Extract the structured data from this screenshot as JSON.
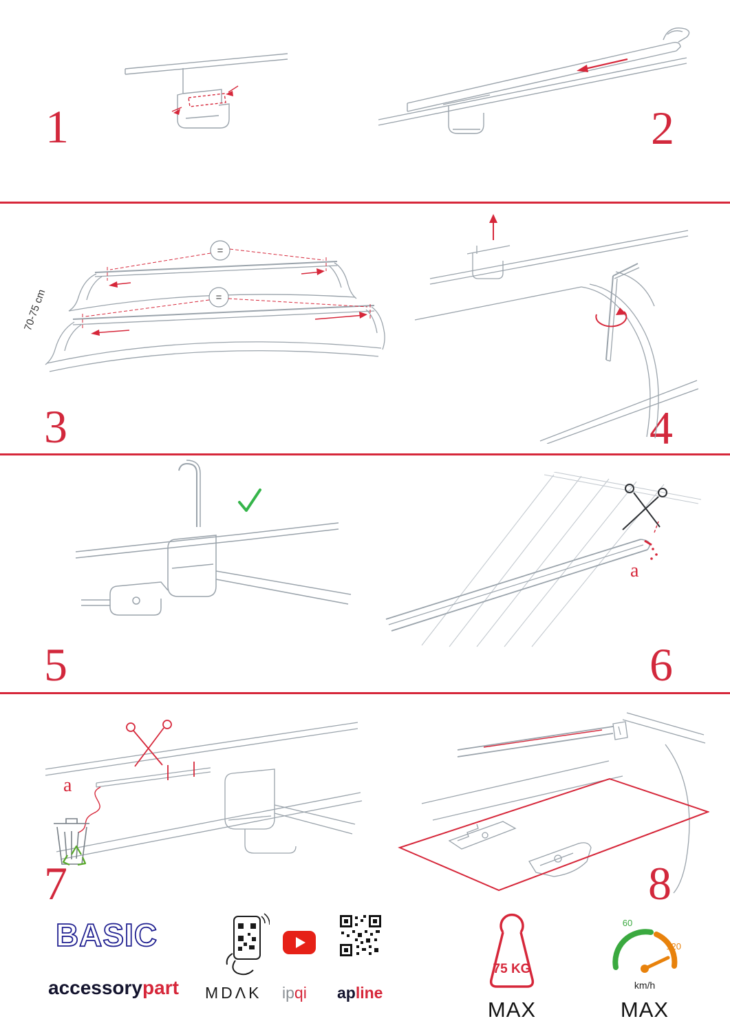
{
  "steps": {
    "s1": "1",
    "s2": "2",
    "s3": "3",
    "s4": "4",
    "s5": "5",
    "s6": "6",
    "s7": "7",
    "s8": "8"
  },
  "annotations": {
    "equals": "=",
    "bar_distance": "70-75 cm",
    "trim_label_6": "a",
    "trim_label_7": "a"
  },
  "footer": {
    "brand": "BASIC",
    "brand_sub_dark": "accessory",
    "brand_sub_red": "part",
    "logo_mdak": "MDΛK",
    "logo_ip": "ip",
    "logo_qi": "qi",
    "logo_ap": "ap",
    "logo_line": "line",
    "weight_value": "75 KG",
    "weight_max": "MAX",
    "speed_60": "60",
    "speed_120": "120",
    "speed_unit": "km/h",
    "speed_max": "MAX"
  }
}
